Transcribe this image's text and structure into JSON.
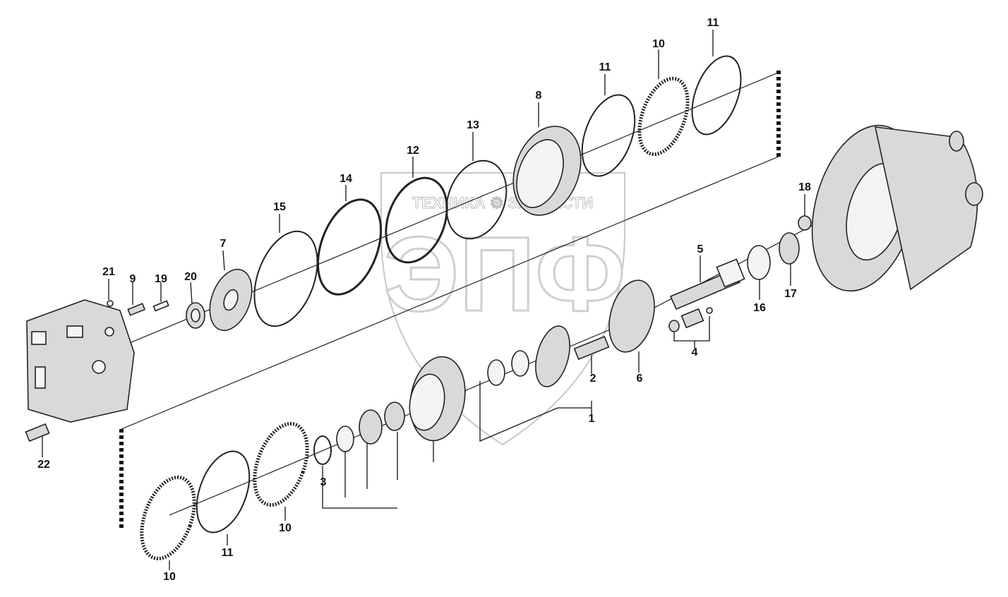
{
  "watermark": {
    "brand_line": "ТЕХНИКА ⚙ ЗАПЧАСТИ",
    "big_letters": "ЭПФ"
  },
  "callouts": [
    {
      "id": "c-21",
      "label": "21"
    },
    {
      "id": "c-9",
      "label": "9"
    },
    {
      "id": "c-19",
      "label": "19"
    },
    {
      "id": "c-20",
      "label": "20"
    },
    {
      "id": "c-7",
      "label": "7"
    },
    {
      "id": "c-15",
      "label": "15"
    },
    {
      "id": "c-14",
      "label": "14"
    },
    {
      "id": "c-12",
      "label": "12"
    },
    {
      "id": "c-13",
      "label": "13"
    },
    {
      "id": "c-8",
      "label": "8"
    },
    {
      "id": "c-11a",
      "label": "11"
    },
    {
      "id": "c-10a",
      "label": "10"
    },
    {
      "id": "c-11b",
      "label": "11"
    },
    {
      "id": "c-18",
      "label": "18"
    },
    {
      "id": "c-5",
      "label": "5"
    },
    {
      "id": "c-16",
      "label": "16"
    },
    {
      "id": "c-17",
      "label": "17"
    },
    {
      "id": "c-4",
      "label": "4"
    },
    {
      "id": "c-6",
      "label": "6"
    },
    {
      "id": "c-2",
      "label": "2"
    },
    {
      "id": "c-1",
      "label": "1"
    },
    {
      "id": "c-3",
      "label": "3"
    },
    {
      "id": "c-10b",
      "label": "10"
    },
    {
      "id": "c-11c",
      "label": "11"
    },
    {
      "id": "c-10c",
      "label": "10"
    },
    {
      "id": "c-22",
      "label": "22"
    }
  ]
}
